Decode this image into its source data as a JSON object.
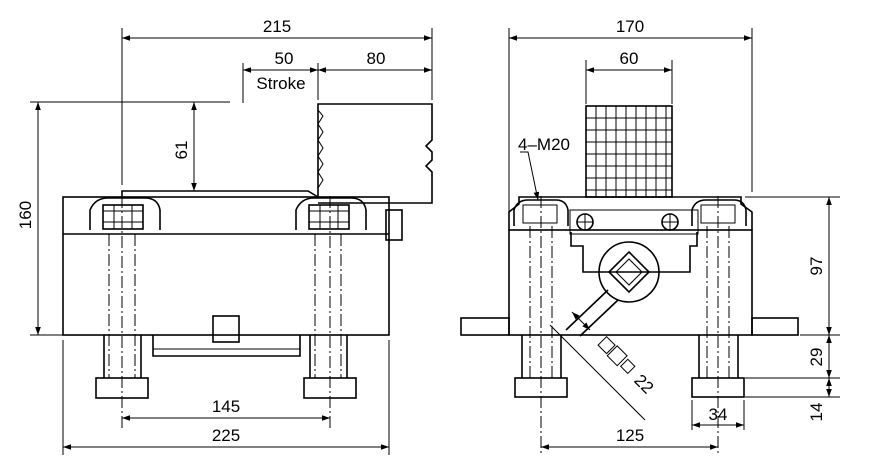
{
  "drawing": {
    "front_view": {
      "overall_length": "215",
      "stroke_length": "50",
      "stroke_label": "Stroke",
      "extension": "80",
      "height_above_base": "61",
      "total_height": "160",
      "bolt_spacing": "145",
      "base_length": "225"
    },
    "side_view": {
      "overall_width": "170",
      "cable_box_width": "60",
      "bolt_callout": "4–M20",
      "base_height": "97",
      "foot_height": "29",
      "foot_pad_height": "14",
      "bolt_spacing": "125",
      "foot_width": "34",
      "wrench_size": "22"
    }
  }
}
